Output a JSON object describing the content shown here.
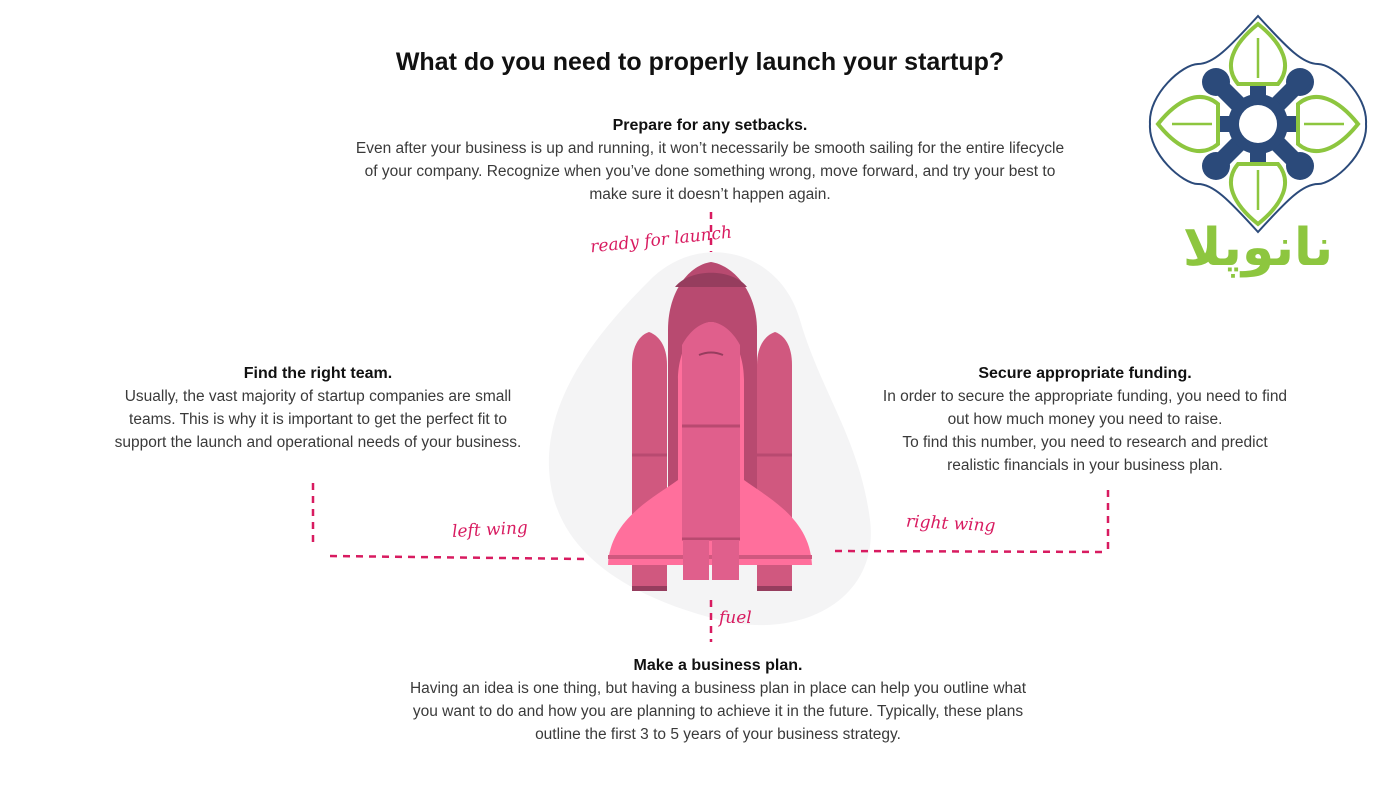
{
  "title": "What do you need to properly launch your startup?",
  "sections": {
    "top": {
      "heading": "Prepare for any setbacks.",
      "body": "Even after your business is up and running, it won’t necessarily be smooth sailing for the entire lifecycle of your company. Recognize when you’ve done something wrong, move forward, and try your best to make sure it doesn’t happen again."
    },
    "left": {
      "heading": "Find the right team.",
      "body": "Usually, the vast majority of startup companies are small teams. This is why it is important to get the perfect fit to support the launch and operational needs of your business."
    },
    "right": {
      "heading": "Secure appropriate funding.",
      "body_line1": "In order to secure the appropriate funding, you need to find out how much money you need to raise.",
      "body_line2": "To find this number, you need to research and predict realistic financials in your business plan."
    },
    "bottom": {
      "heading": "Make a business plan.",
      "body": "Having an idea is one thing, but having a business plan in place can help you outline what you want to do and how you are planning to achieve it in the future. Typically, these plans outline the first 3 to 5 years of your business strategy."
    }
  },
  "labels": {
    "top": "ready for launch",
    "left": "left wing",
    "right": "right wing",
    "bottom": "fuel"
  },
  "logo": {
    "text": "نانوپلا",
    "colors": {
      "green": "#8dc63f",
      "navy": "#2b4a7a"
    }
  },
  "colors": {
    "accent": "#d81b60",
    "rocket_light": "#ff6f9c",
    "rocket_mid": "#e05f8c",
    "rocket_dark": "#b84a70"
  }
}
